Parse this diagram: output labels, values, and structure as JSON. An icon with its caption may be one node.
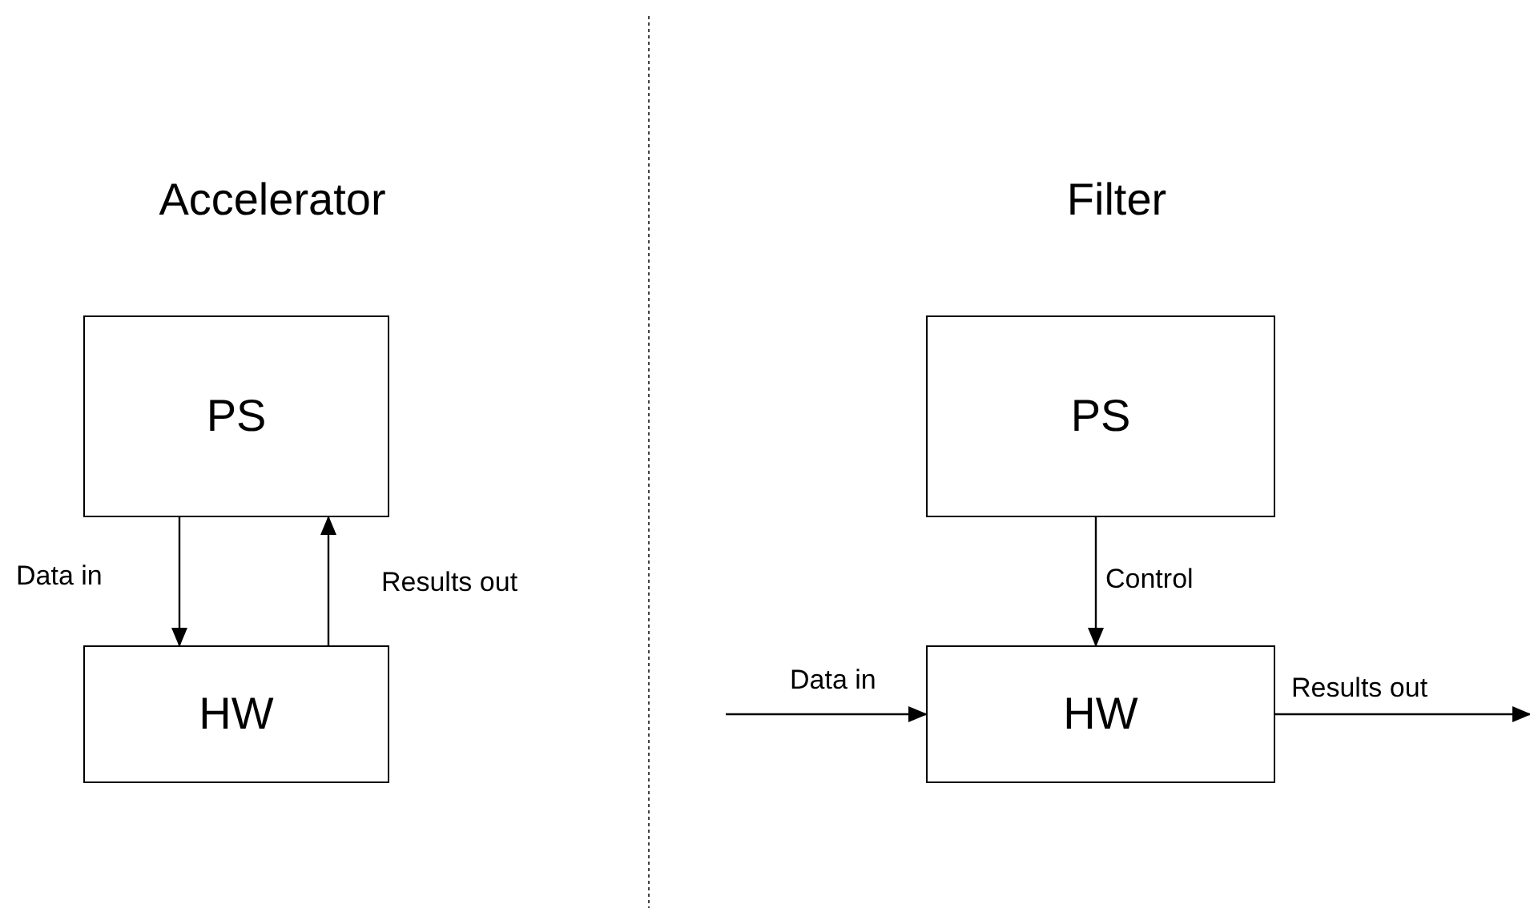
{
  "diagram": {
    "nodes": [
      {
        "text": [
          "PS"
        ]
      },
      {
        "text": [
          "HW"
        ]
      },
      {
        "text": [
          "PS"
        ]
      },
      {
        "text": [
          "HW"
        ]
      }
    ],
    "edges": [
      {
        "from": 0,
        "to": 1,
        "arrow": "to",
        "label": "Data in"
      },
      {
        "from": 1,
        "to": 0,
        "arrow": "to",
        "label": "Results out"
      },
      {
        "from": 2,
        "to": 3,
        "arrow": "to",
        "label": "Control"
      },
      {
        "from": null,
        "to": 3,
        "arrow": "to",
        "label": "Data in"
      },
      {
        "from": 3,
        "to": null,
        "arrow": "to",
        "label": "Results out"
      }
    ],
    "labels": [
      "Accelerator",
      "Filter"
    ]
  }
}
